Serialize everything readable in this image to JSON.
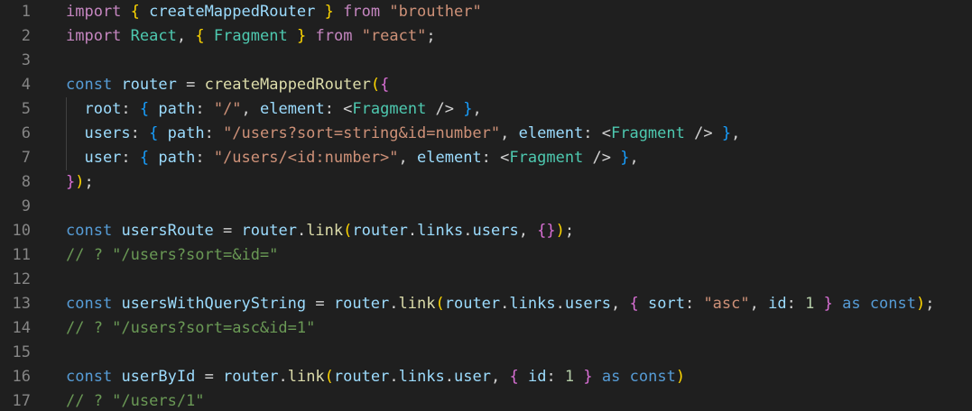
{
  "colors": {
    "background": "#1f1f1f",
    "line_number": "#858585",
    "keyword": "#c586c0",
    "storage": "#569cd6",
    "variable": "#9cdcfe",
    "function": "#dcdcaa",
    "string": "#ce9178",
    "number": "#b5cea8",
    "type": "#4ec9b0",
    "punctuation": "#d4d4d4",
    "bracket_1": "#ffd700",
    "bracket_2": "#da70d6",
    "bracket_3": "#179fff",
    "comment": "#6a9955"
  },
  "lines": [
    {
      "number": "1",
      "indent": false,
      "tokens": [
        {
          "t": "import",
          "c": "kw"
        },
        {
          "t": " ",
          "c": "punc"
        },
        {
          "t": "{",
          "c": "b1"
        },
        {
          "t": " createMappedRouter ",
          "c": "var"
        },
        {
          "t": "}",
          "c": "b1"
        },
        {
          "t": " ",
          "c": "punc"
        },
        {
          "t": "from",
          "c": "kw"
        },
        {
          "t": " ",
          "c": "punc"
        },
        {
          "t": "\"brouther\"",
          "c": "str"
        }
      ]
    },
    {
      "number": "2",
      "indent": false,
      "tokens": [
        {
          "t": "import",
          "c": "kw"
        },
        {
          "t": " ",
          "c": "punc"
        },
        {
          "t": "React",
          "c": "type"
        },
        {
          "t": ", ",
          "c": "punc"
        },
        {
          "t": "{",
          "c": "b1"
        },
        {
          "t": " ",
          "c": "punc"
        },
        {
          "t": "Fragment",
          "c": "type"
        },
        {
          "t": " ",
          "c": "punc"
        },
        {
          "t": "}",
          "c": "b1"
        },
        {
          "t": " ",
          "c": "punc"
        },
        {
          "t": "from",
          "c": "kw"
        },
        {
          "t": " ",
          "c": "punc"
        },
        {
          "t": "\"react\"",
          "c": "str"
        },
        {
          "t": ";",
          "c": "punc"
        }
      ]
    },
    {
      "number": "3",
      "indent": false,
      "tokens": []
    },
    {
      "number": "4",
      "indent": false,
      "tokens": [
        {
          "t": "const",
          "c": "kwb"
        },
        {
          "t": " ",
          "c": "punc"
        },
        {
          "t": "router",
          "c": "var"
        },
        {
          "t": " = ",
          "c": "punc"
        },
        {
          "t": "createMappedRouter",
          "c": "fn"
        },
        {
          "t": "(",
          "c": "b1"
        },
        {
          "t": "{",
          "c": "b2"
        }
      ]
    },
    {
      "number": "5",
      "indent": true,
      "tokens": [
        {
          "t": "  root",
          "c": "var"
        },
        {
          "t": ": ",
          "c": "punc"
        },
        {
          "t": "{",
          "c": "b3"
        },
        {
          "t": " path",
          "c": "var"
        },
        {
          "t": ": ",
          "c": "punc"
        },
        {
          "t": "\"/\"",
          "c": "str"
        },
        {
          "t": ", ",
          "c": "punc"
        },
        {
          "t": "element",
          "c": "var"
        },
        {
          "t": ": ",
          "c": "punc"
        },
        {
          "t": "<",
          "c": "punc"
        },
        {
          "t": "Fragment",
          "c": "type"
        },
        {
          "t": " />",
          "c": "punc"
        },
        {
          "t": " ",
          "c": "punc"
        },
        {
          "t": "}",
          "c": "b3"
        },
        {
          "t": ",",
          "c": "punc"
        }
      ]
    },
    {
      "number": "6",
      "indent": true,
      "tokens": [
        {
          "t": "  users",
          "c": "var"
        },
        {
          "t": ": ",
          "c": "punc"
        },
        {
          "t": "{",
          "c": "b3"
        },
        {
          "t": " path",
          "c": "var"
        },
        {
          "t": ": ",
          "c": "punc"
        },
        {
          "t": "\"/users?sort=string&id=number\"",
          "c": "str"
        },
        {
          "t": ", ",
          "c": "punc"
        },
        {
          "t": "element",
          "c": "var"
        },
        {
          "t": ": ",
          "c": "punc"
        },
        {
          "t": "<",
          "c": "punc"
        },
        {
          "t": "Fragment",
          "c": "type"
        },
        {
          "t": " />",
          "c": "punc"
        },
        {
          "t": " ",
          "c": "punc"
        },
        {
          "t": "}",
          "c": "b3"
        },
        {
          "t": ",",
          "c": "punc"
        }
      ]
    },
    {
      "number": "7",
      "indent": true,
      "tokens": [
        {
          "t": "  user",
          "c": "var"
        },
        {
          "t": ": ",
          "c": "punc"
        },
        {
          "t": "{",
          "c": "b3"
        },
        {
          "t": " path",
          "c": "var"
        },
        {
          "t": ": ",
          "c": "punc"
        },
        {
          "t": "\"/users/<id:number>\"",
          "c": "str"
        },
        {
          "t": ", ",
          "c": "punc"
        },
        {
          "t": "element",
          "c": "var"
        },
        {
          "t": ": ",
          "c": "punc"
        },
        {
          "t": "<",
          "c": "punc"
        },
        {
          "t": "Fragment",
          "c": "type"
        },
        {
          "t": " />",
          "c": "punc"
        },
        {
          "t": " ",
          "c": "punc"
        },
        {
          "t": "}",
          "c": "b3"
        },
        {
          "t": ",",
          "c": "punc"
        }
      ]
    },
    {
      "number": "8",
      "indent": false,
      "tokens": [
        {
          "t": "}",
          "c": "b2"
        },
        {
          "t": ")",
          "c": "b1"
        },
        {
          "t": ";",
          "c": "punc"
        }
      ]
    },
    {
      "number": "9",
      "indent": false,
      "tokens": []
    },
    {
      "number": "10",
      "indent": false,
      "tokens": [
        {
          "t": "const",
          "c": "kwb"
        },
        {
          "t": " ",
          "c": "punc"
        },
        {
          "t": "usersRoute",
          "c": "var"
        },
        {
          "t": " = ",
          "c": "punc"
        },
        {
          "t": "router",
          "c": "var"
        },
        {
          "t": ".",
          "c": "punc"
        },
        {
          "t": "link",
          "c": "fn"
        },
        {
          "t": "(",
          "c": "b1"
        },
        {
          "t": "router",
          "c": "var"
        },
        {
          "t": ".",
          "c": "punc"
        },
        {
          "t": "links",
          "c": "var"
        },
        {
          "t": ".",
          "c": "punc"
        },
        {
          "t": "users",
          "c": "var"
        },
        {
          "t": ", ",
          "c": "punc"
        },
        {
          "t": "{}",
          "c": "b2"
        },
        {
          "t": ")",
          "c": "b1"
        },
        {
          "t": ";",
          "c": "punc"
        }
      ]
    },
    {
      "number": "11",
      "indent": false,
      "tokens": [
        {
          "t": "// ? \"/users?sort=&id=\"",
          "c": "com"
        }
      ]
    },
    {
      "number": "12",
      "indent": false,
      "tokens": []
    },
    {
      "number": "13",
      "indent": false,
      "tokens": [
        {
          "t": "const",
          "c": "kwb"
        },
        {
          "t": " ",
          "c": "punc"
        },
        {
          "t": "usersWithQueryString",
          "c": "var"
        },
        {
          "t": " = ",
          "c": "punc"
        },
        {
          "t": "router",
          "c": "var"
        },
        {
          "t": ".",
          "c": "punc"
        },
        {
          "t": "link",
          "c": "fn"
        },
        {
          "t": "(",
          "c": "b1"
        },
        {
          "t": "router",
          "c": "var"
        },
        {
          "t": ".",
          "c": "punc"
        },
        {
          "t": "links",
          "c": "var"
        },
        {
          "t": ".",
          "c": "punc"
        },
        {
          "t": "users",
          "c": "var"
        },
        {
          "t": ", ",
          "c": "punc"
        },
        {
          "t": "{",
          "c": "b2"
        },
        {
          "t": " sort",
          "c": "var"
        },
        {
          "t": ": ",
          "c": "punc"
        },
        {
          "t": "\"asc\"",
          "c": "str"
        },
        {
          "t": ", ",
          "c": "punc"
        },
        {
          "t": "id",
          "c": "var"
        },
        {
          "t": ": ",
          "c": "punc"
        },
        {
          "t": "1",
          "c": "num"
        },
        {
          "t": " ",
          "c": "punc"
        },
        {
          "t": "}",
          "c": "b2"
        },
        {
          "t": " ",
          "c": "punc"
        },
        {
          "t": "as",
          "c": "kwb"
        },
        {
          "t": " ",
          "c": "punc"
        },
        {
          "t": "const",
          "c": "kwb"
        },
        {
          "t": ")",
          "c": "b1"
        },
        {
          "t": ";",
          "c": "punc"
        }
      ]
    },
    {
      "number": "14",
      "indent": false,
      "tokens": [
        {
          "t": "// ? \"/users?sort=asc&id=1\"",
          "c": "com"
        }
      ]
    },
    {
      "number": "15",
      "indent": false,
      "tokens": []
    },
    {
      "number": "16",
      "indent": false,
      "tokens": [
        {
          "t": "const",
          "c": "kwb"
        },
        {
          "t": " ",
          "c": "punc"
        },
        {
          "t": "userById",
          "c": "var"
        },
        {
          "t": " = ",
          "c": "punc"
        },
        {
          "t": "router",
          "c": "var"
        },
        {
          "t": ".",
          "c": "punc"
        },
        {
          "t": "link",
          "c": "fn"
        },
        {
          "t": "(",
          "c": "b1"
        },
        {
          "t": "router",
          "c": "var"
        },
        {
          "t": ".",
          "c": "punc"
        },
        {
          "t": "links",
          "c": "var"
        },
        {
          "t": ".",
          "c": "punc"
        },
        {
          "t": "user",
          "c": "var"
        },
        {
          "t": ", ",
          "c": "punc"
        },
        {
          "t": "{",
          "c": "b2"
        },
        {
          "t": " id",
          "c": "var"
        },
        {
          "t": ": ",
          "c": "punc"
        },
        {
          "t": "1",
          "c": "num"
        },
        {
          "t": " ",
          "c": "punc"
        },
        {
          "t": "}",
          "c": "b2"
        },
        {
          "t": " ",
          "c": "punc"
        },
        {
          "t": "as",
          "c": "kwb"
        },
        {
          "t": " ",
          "c": "punc"
        },
        {
          "t": "const",
          "c": "kwb"
        },
        {
          "t": ")",
          "c": "b1"
        }
      ]
    },
    {
      "number": "17",
      "indent": false,
      "tokens": [
        {
          "t": "// ? \"/users/1\"",
          "c": "com"
        }
      ]
    }
  ]
}
